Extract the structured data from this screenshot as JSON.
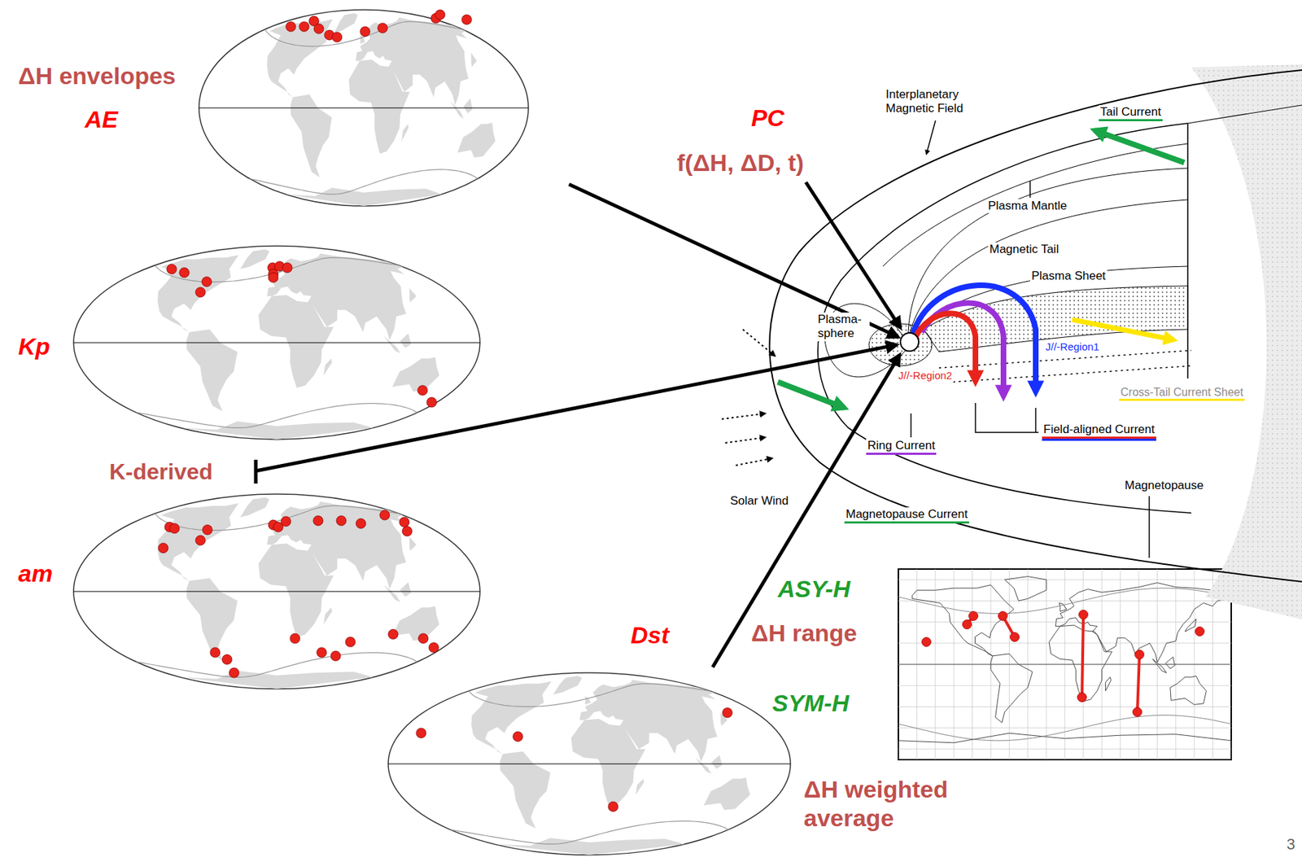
{
  "diagram": {
    "labels": [
      "ΔH envelopes",
      "AE",
      "PC",
      "f(ΔH, ΔD, t)",
      "Interplanetary Magnetic Field",
      "Tail Current",
      "Plasma Mantle",
      "Magnetic Tail",
      "Plasma Sheet",
      "Plasma- sphere",
      "J//-Region1",
      "Kp",
      "J//-Region2",
      "Cross-Tail Current Sheet",
      "Field-aligned Current",
      "Ring Current",
      "K-derived",
      "Solar Wind",
      "Magnetopause Current",
      "Magnetopause",
      "am",
      "ASY-H",
      "Dst",
      "ΔH range",
      "SYM-H",
      "ΔH weighted average",
      "3"
    ]
  }
}
